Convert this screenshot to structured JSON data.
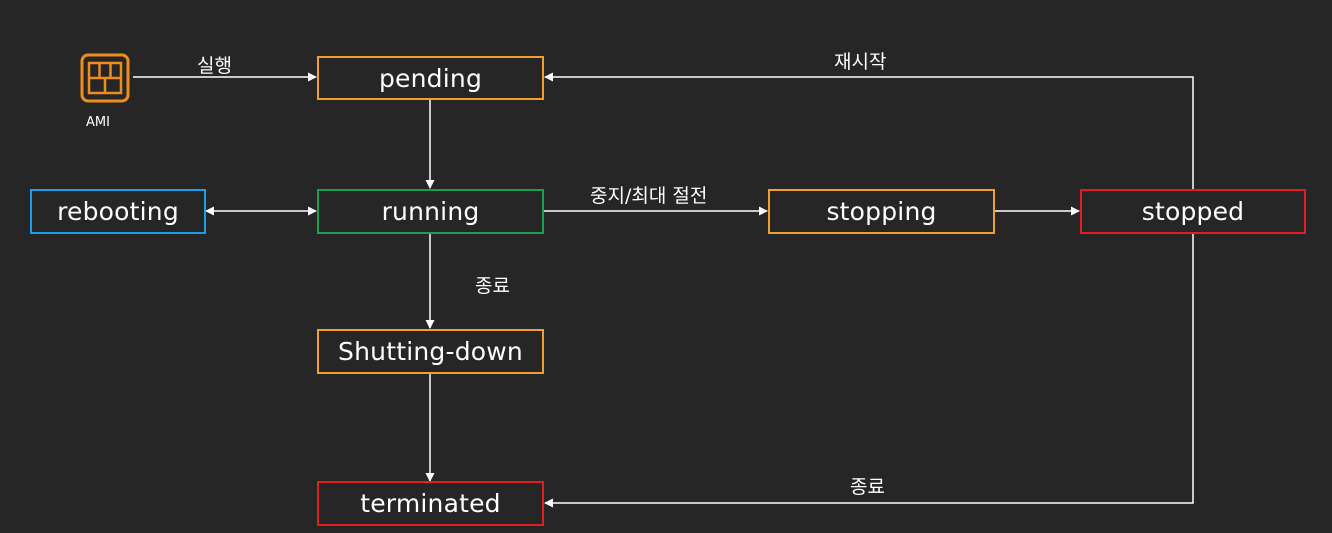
{
  "source": {
    "icon": "ami-chip-icon",
    "label": "AMI"
  },
  "states": {
    "pending": "pending",
    "rebooting": "rebooting",
    "running": "running",
    "stopping": "stopping",
    "stopped": "stopped",
    "shutting_down": "Shutting-down",
    "terminated": "terminated"
  },
  "transitions": {
    "launch": "실행",
    "restart": "재시작",
    "stop_hibernate": "중지/최대 절전",
    "terminate_from_running": "종료",
    "terminate_from_stopped": "종료"
  },
  "colors": {
    "background": "#262626",
    "pending": "#f0a030",
    "rebooting": "#1aa0e6",
    "running": "#1e9e50",
    "stopping": "#f0a030",
    "stopped": "#e01e24",
    "shutting_down": "#f0a030",
    "terminated": "#e01e24",
    "arrow": "#ffffff",
    "icon": "#f08c1e"
  }
}
